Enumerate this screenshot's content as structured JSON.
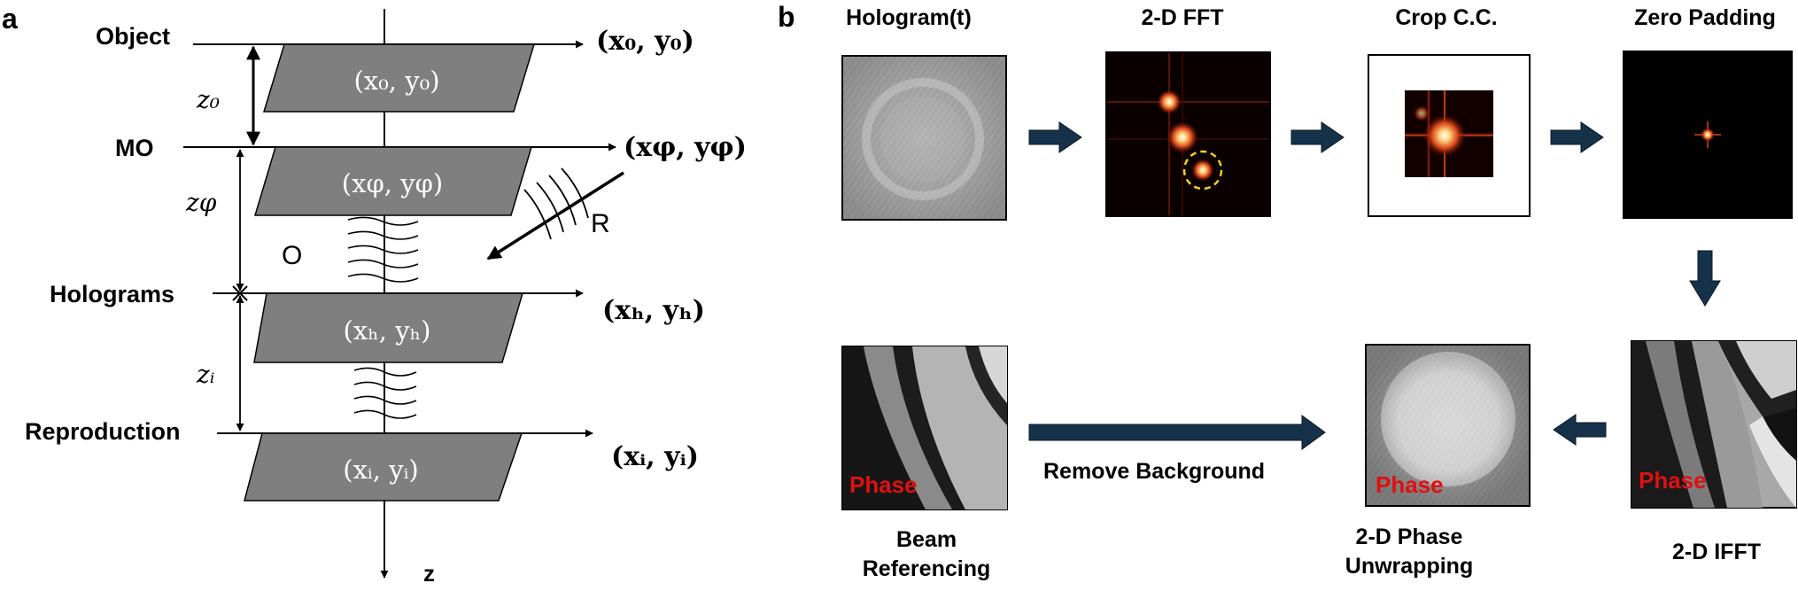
{
  "panel_a": {
    "label": "a",
    "planes": [
      {
        "name": "Object",
        "coord": "(x₀, y₀)",
        "axis": "(x₀, y₀)"
      },
      {
        "name": "MO",
        "coord": "(xφ, yφ)",
        "axis": "(xφ, yφ)"
      },
      {
        "name": "Holograms",
        "coord": "(xₕ, yₕ)",
        "axis": "(xₕ, yₕ)"
      },
      {
        "name": "Reproduction",
        "coord": "(xᵢ, yᵢ)",
        "axis": "(xᵢ, yᵢ)"
      }
    ],
    "distances": [
      "z₀",
      "zφ",
      "zᵢ"
    ],
    "object_wave": "O",
    "reference_wave": "R",
    "axis_label": "z"
  },
  "panel_b": {
    "label": "b",
    "steps": [
      {
        "id": "hologram",
        "title": "Hologram(t)"
      },
      {
        "id": "fft",
        "title": "2-D FFT"
      },
      {
        "id": "crop",
        "title": "Crop C.C."
      },
      {
        "id": "zeropad",
        "title": "Zero Padding"
      },
      {
        "id": "ifft",
        "title": "2-D IFFT",
        "overlay": "Phase"
      },
      {
        "id": "unwrap",
        "title": "2-D Phase\nUnwrapping",
        "overlay": "Phase"
      },
      {
        "id": "beamref",
        "title": "Beam\nReferencing",
        "overlay": "Phase"
      }
    ],
    "remove_background_label": "Remove Background"
  },
  "colors": {
    "plane_fill": "#7f7f7f",
    "arrow_fill": "#16324a",
    "phase_text": "#e01010",
    "spot_ring": "#f2d21b"
  }
}
